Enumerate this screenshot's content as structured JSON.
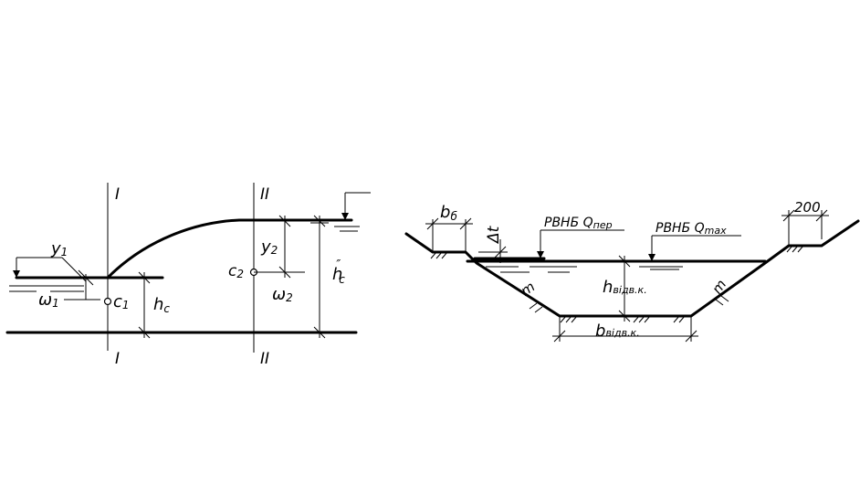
{
  "left_diagram": {
    "section_1_top": "I",
    "section_1_bottom": "I",
    "section_2_top": "II",
    "section_2_bottom": "II",
    "y1": "y",
    "y1_sub": "1",
    "omega1": "ω",
    "omega1_sub": "1",
    "c1": "c",
    "c1_sub": "1",
    "hc": "h",
    "hc_sub": "c",
    "c2": "c",
    "c2_sub": "2",
    "y2": "y",
    "y2_sub": "2",
    "omega2": "ω",
    "omega2_sub": "2",
    "hc2": "h",
    "hc2_prime": "″",
    "hc2_sub": "c"
  },
  "right_diagram": {
    "b_b": "b",
    "b_b_sub": "б",
    "delta_t": "Δt",
    "rvnb_qper": "РВНБ  Q",
    "rvnb_qper_sub": "пер",
    "rvnb_qmax": "РВНБ  Q",
    "rvnb_qmax_sub": "max",
    "width_200": "200",
    "h_vidv": "h",
    "h_vidv_sub": "відв.к.",
    "b_vidv": "b",
    "b_vidv_sub": "відв.к.",
    "slope_m_left": "m",
    "slope_m_right": "m"
  }
}
